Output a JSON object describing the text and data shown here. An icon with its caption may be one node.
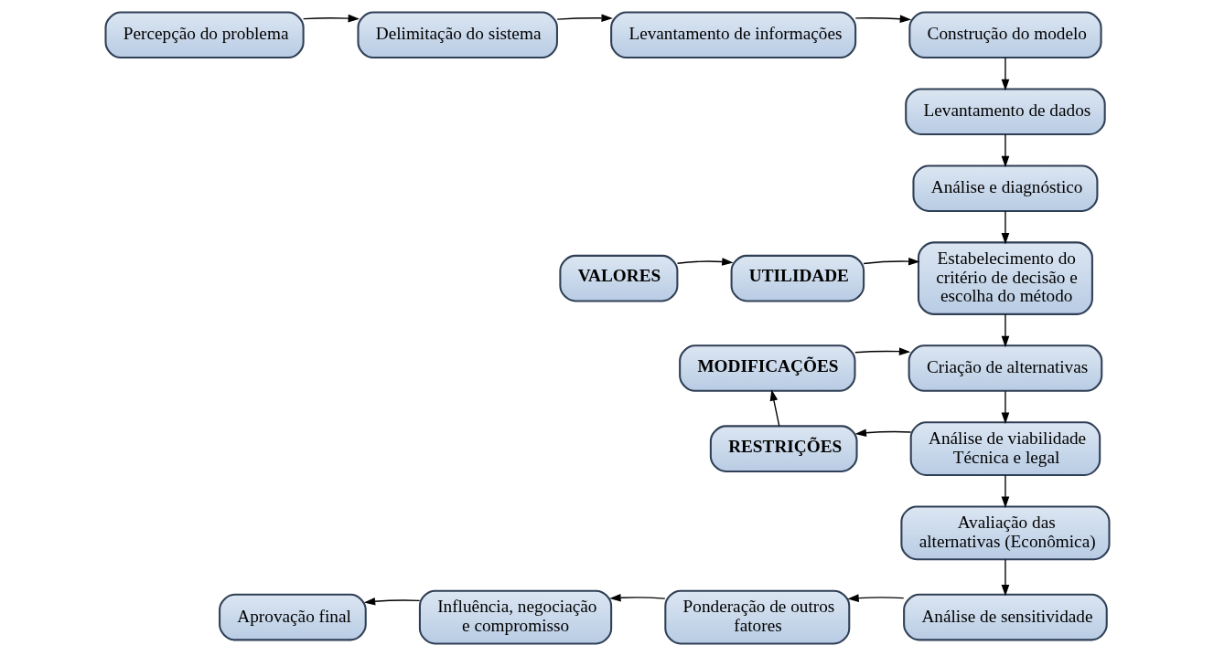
{
  "diagram": {
    "nodes": [
      {
        "text": [
          "Percepção do problema"
        ]
      },
      {
        "text": [
          "Delimitação do sistema"
        ]
      },
      {
        "text": [
          "Levantamento de informações"
        ]
      },
      {
        "text": [
          "Construção do modelo"
        ]
      },
      {
        "text": [
          "Levantamento de dados"
        ]
      },
      {
        "text": [
          "Análise e diagnóstico"
        ]
      },
      {
        "text": [
          "VALORES"
        ]
      },
      {
        "text": [
          "UTILIDADE"
        ]
      },
      {
        "text": [
          "Estabelecimento do critério de decisão e escolha do método"
        ]
      },
      {
        "text": [
          "MODIFICAÇÕES"
        ]
      },
      {
        "text": [
          "Criação de alternativas"
        ]
      },
      {
        "text": [
          "RESTRIÇÕES"
        ]
      },
      {
        "text": [
          "Análise de viabilidade Técnica e legal"
        ]
      },
      {
        "text": [
          "Avaliação das alternativas (Econômica)"
        ]
      },
      {
        "text": [
          "Aprovação final"
        ]
      },
      {
        "text": [
          "Influência, negociação e compromisso"
        ]
      },
      {
        "text": [
          "Ponderação de outros fatores"
        ]
      },
      {
        "text": [
          "Análise de sensitividade"
        ]
      }
    ],
    "edges": [
      {
        "from": 0,
        "to": 1,
        "arrow": "to"
      },
      {
        "from": 1,
        "to": 2,
        "arrow": "to"
      },
      {
        "from": 2,
        "to": 3,
        "arrow": "to"
      },
      {
        "from": 3,
        "to": 4,
        "arrow": "to"
      },
      {
        "from": 4,
        "to": 5,
        "arrow": "to"
      },
      {
        "from": 5,
        "to": 8,
        "arrow": "to"
      },
      {
        "from": 6,
        "to": 7,
        "arrow": "to"
      },
      {
        "from": 7,
        "to": 8,
        "arrow": "to"
      },
      {
        "from": 8,
        "to": 10,
        "arrow": "to"
      },
      {
        "from": 9,
        "to": 10,
        "arrow": "to"
      },
      {
        "from": 10,
        "to": 12,
        "arrow": "to"
      },
      {
        "from": 12,
        "to": 11,
        "arrow": "to"
      },
      {
        "from": 11,
        "to": 9,
        "arrow": "to"
      },
      {
        "from": 12,
        "to": 13,
        "arrow": "to"
      },
      {
        "from": 13,
        "to": 17,
        "arrow": "to"
      },
      {
        "from": 17,
        "to": 16,
        "arrow": "to"
      },
      {
        "from": 16,
        "to": 15,
        "arrow": "to"
      },
      {
        "from": 15,
        "to": 14,
        "arrow": "to"
      }
    ]
  }
}
